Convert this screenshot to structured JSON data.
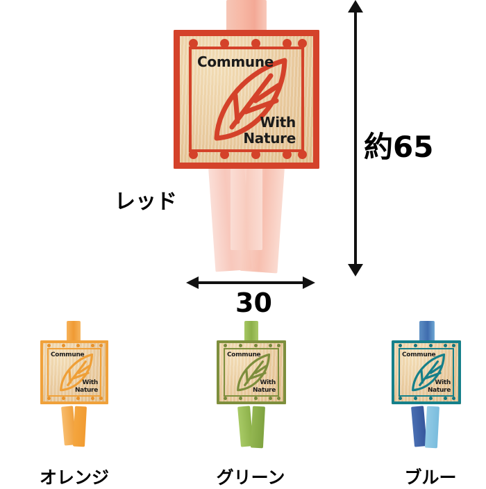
{
  "product": {
    "emblem": {
      "text_top": "Commune",
      "text_bottom_line1": "With",
      "text_bottom_line2": "Nature",
      "icon": "leaf-icon"
    }
  },
  "dimensions": {
    "height_label": "約65",
    "width_label": "30",
    "height_arrow": "vertical-double-arrow",
    "width_arrow": "horizontal-double-arrow"
  },
  "main_item": {
    "color_label": "レッド",
    "border_color": "#d4422a",
    "paper_color": "#e8c89a",
    "ribbon_color": "#f5bcae"
  },
  "variants": [
    {
      "color_label": "オレンジ",
      "border_color": "#f0a13a",
      "ink_color": "#ef9f37",
      "ribbon_color": "#f4a03c",
      "ribbon_color_alt": "#f3b45c"
    },
    {
      "color_label": "グリーン",
      "border_color": "#7d8f3d",
      "ink_color": "#7c8d3c",
      "ribbon_color": "#8bb04a",
      "ribbon_color_alt": "#a3c45f"
    },
    {
      "color_label": "ブルー",
      "border_color": "#15808a",
      "ink_color": "#157f89",
      "ribbon_color": "#3a5fa8",
      "ribbon_color_alt": "#7fc3e0"
    }
  ]
}
